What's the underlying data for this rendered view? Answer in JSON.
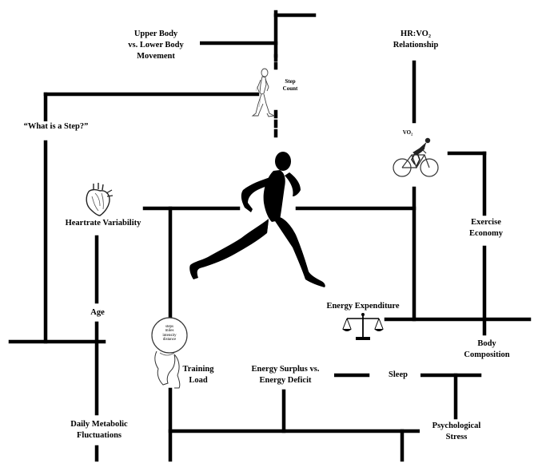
{
  "nodes": {
    "upper_body": "Upper Body\nvs. Lower Body\nMovement",
    "hr_vo2": "HR:VO₂\nRelationship",
    "step_count": "Step\nCount",
    "what_is_step": "“What is a Step?”",
    "vo2": "VO₂",
    "heartrate_variability": "Heartrate Variability",
    "exercise_economy": "Exercise\nEconomy",
    "age": "Age",
    "energy_expenditure": "Energy Expenditure",
    "body_composition": "Body\nComposition",
    "training_load": "Training\nLoad",
    "energy_surplus": "Energy Surplus vs.\nEnergy Deficit",
    "sleep": "Sleep",
    "daily_metabolic": "Daily Metabolic\nFluctuations",
    "psychological_stress": "Psychological\nStress"
  },
  "atlas_sphere_text": "steps\nmiles\nintensity\ndistance",
  "icons": [
    "walking-person-icon",
    "cyclist-icon",
    "anatomical-heart-icon",
    "running-person-icon",
    "balance-scale-icon",
    "atlas-figure-icon"
  ]
}
